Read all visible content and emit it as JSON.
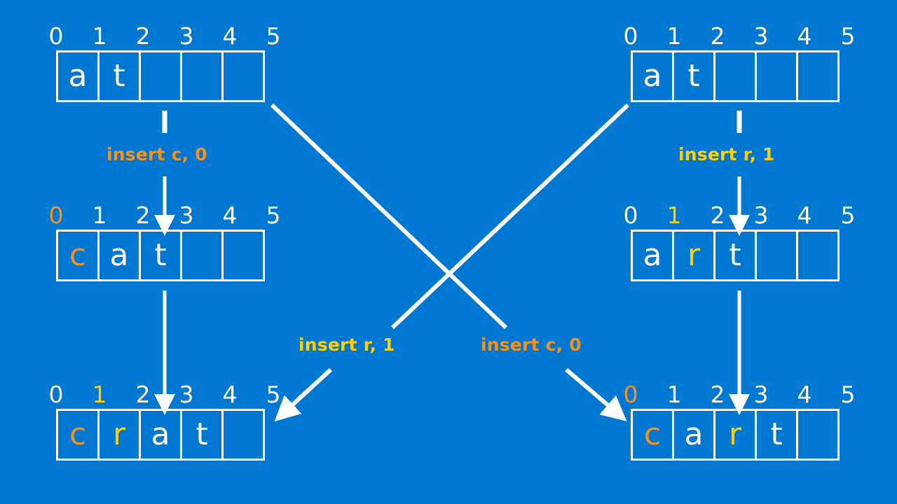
{
  "diagram": {
    "title": "string insert operation tree",
    "background_color": "#0077d0",
    "colors": {
      "white": "#ffffff",
      "orange": "#f5921e",
      "yellow": "#fdd008"
    },
    "arrays": [
      {
        "id": "top-left",
        "indices": [
          {
            "label": "0",
            "color": "white"
          },
          {
            "label": "1",
            "color": "white"
          },
          {
            "label": "2",
            "color": "white"
          },
          {
            "label": "3",
            "color": "white"
          },
          {
            "label": "4",
            "color": "white"
          },
          {
            "label": "5",
            "color": "white"
          }
        ],
        "cells": [
          {
            "char": "a",
            "color": "white"
          },
          {
            "char": "t",
            "color": "white"
          },
          {
            "char": "",
            "color": "white"
          },
          {
            "char": "",
            "color": "white"
          },
          {
            "char": "",
            "color": "white"
          }
        ]
      },
      {
        "id": "top-right",
        "indices": [
          {
            "label": "0",
            "color": "white"
          },
          {
            "label": "1",
            "color": "white"
          },
          {
            "label": "2",
            "color": "white"
          },
          {
            "label": "3",
            "color": "white"
          },
          {
            "label": "4",
            "color": "white"
          },
          {
            "label": "5",
            "color": "white"
          }
        ],
        "cells": [
          {
            "char": "a",
            "color": "white"
          },
          {
            "char": "t",
            "color": "white"
          },
          {
            "char": "",
            "color": "white"
          },
          {
            "char": "",
            "color": "white"
          },
          {
            "char": "",
            "color": "white"
          }
        ]
      },
      {
        "id": "mid-left",
        "indices": [
          {
            "label": "0",
            "color": "orange"
          },
          {
            "label": "1",
            "color": "white"
          },
          {
            "label": "2",
            "color": "white"
          },
          {
            "label": "3",
            "color": "white"
          },
          {
            "label": "4",
            "color": "white"
          },
          {
            "label": "5",
            "color": "white"
          }
        ],
        "cells": [
          {
            "char": "c",
            "color": "orange"
          },
          {
            "char": "a",
            "color": "white"
          },
          {
            "char": "t",
            "color": "white"
          },
          {
            "char": "",
            "color": "white"
          },
          {
            "char": "",
            "color": "white"
          }
        ]
      },
      {
        "id": "mid-right",
        "indices": [
          {
            "label": "0",
            "color": "white"
          },
          {
            "label": "1",
            "color": "yellow"
          },
          {
            "label": "2",
            "color": "white"
          },
          {
            "label": "3",
            "color": "white"
          },
          {
            "label": "4",
            "color": "white"
          },
          {
            "label": "5",
            "color": "white"
          }
        ],
        "cells": [
          {
            "char": "a",
            "color": "white"
          },
          {
            "char": "r",
            "color": "yellow"
          },
          {
            "char": "t",
            "color": "white"
          },
          {
            "char": "",
            "color": "white"
          },
          {
            "char": "",
            "color": "white"
          }
        ]
      },
      {
        "id": "bottom-left",
        "indices": [
          {
            "label": "0",
            "color": "white"
          },
          {
            "label": "1",
            "color": "yellow"
          },
          {
            "label": "2",
            "color": "white"
          },
          {
            "label": "3",
            "color": "white"
          },
          {
            "label": "4",
            "color": "white"
          },
          {
            "label": "5",
            "color": "white"
          }
        ],
        "cells": [
          {
            "char": "c",
            "color": "orange"
          },
          {
            "char": "r",
            "color": "yellow"
          },
          {
            "char": "a",
            "color": "white"
          },
          {
            "char": "t",
            "color": "white"
          },
          {
            "char": "",
            "color": "white"
          }
        ]
      },
      {
        "id": "bottom-right",
        "indices": [
          {
            "label": "0",
            "color": "orange"
          },
          {
            "label": "1",
            "color": "white"
          },
          {
            "label": "2",
            "color": "white"
          },
          {
            "label": "3",
            "color": "white"
          },
          {
            "label": "4",
            "color": "white"
          },
          {
            "label": "5",
            "color": "white"
          }
        ],
        "cells": [
          {
            "char": "c",
            "color": "orange"
          },
          {
            "char": "a",
            "color": "white"
          },
          {
            "char": "r",
            "color": "yellow"
          },
          {
            "char": "t",
            "color": "white"
          },
          {
            "char": "",
            "color": "white"
          }
        ]
      }
    ],
    "labels": [
      {
        "id": "op-top-left",
        "text": "insert c, 0",
        "color": "orange"
      },
      {
        "id": "op-top-right",
        "text": "insert r, 1",
        "color": "yellow"
      },
      {
        "id": "op-mid-center-left",
        "text": "insert r, 1",
        "color": "yellow"
      },
      {
        "id": "op-mid-center-right",
        "text": "insert c, 0",
        "color": "orange"
      }
    ]
  }
}
